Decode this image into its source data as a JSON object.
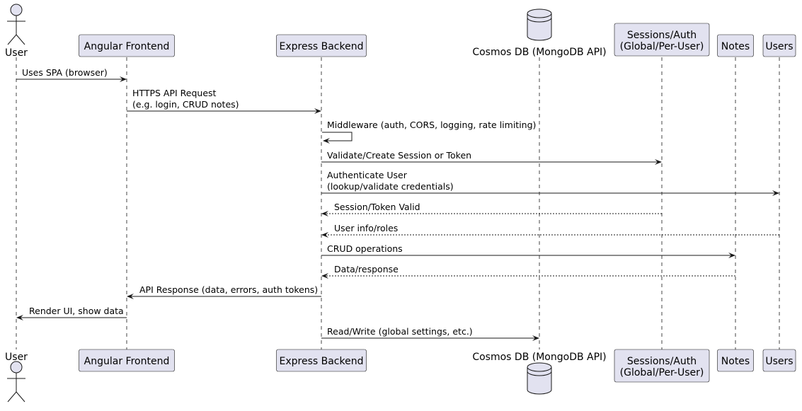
{
  "participants": [
    {
      "id": "user",
      "kind": "actor",
      "lines": [
        "User"
      ]
    },
    {
      "id": "frontend",
      "kind": "box",
      "lines": [
        "Angular Frontend"
      ]
    },
    {
      "id": "backend",
      "kind": "box",
      "lines": [
        "Express Backend"
      ]
    },
    {
      "id": "cosmos",
      "kind": "database",
      "lines": [
        "Cosmos DB (MongoDB API)"
      ]
    },
    {
      "id": "sessions",
      "kind": "box",
      "lines": [
        "Sessions/Auth",
        "(Global/Per-User)"
      ]
    },
    {
      "id": "notes",
      "kind": "box",
      "lines": [
        "Notes"
      ]
    },
    {
      "id": "users",
      "kind": "box",
      "lines": [
        "Users"
      ]
    }
  ],
  "messages": [
    {
      "from": "user",
      "to": "frontend",
      "style": "solid",
      "lines": [
        "Uses SPA (browser)"
      ]
    },
    {
      "from": "frontend",
      "to": "backend",
      "style": "solid",
      "lines": [
        "HTTPS API Request",
        "(e.g. login, CRUD notes)"
      ]
    },
    {
      "from": "backend",
      "to": "backend",
      "style": "self",
      "lines": [
        "Middleware (auth, CORS, logging, rate limiting)"
      ]
    },
    {
      "from": "backend",
      "to": "sessions",
      "style": "solid",
      "lines": [
        "Validate/Create Session or Token"
      ]
    },
    {
      "from": "backend",
      "to": "users",
      "style": "solid",
      "lines": [
        "Authenticate User",
        "(lookup/validate credentials)"
      ]
    },
    {
      "from": "sessions",
      "to": "backend",
      "style": "dashed",
      "lines": [
        "Session/Token Valid"
      ]
    },
    {
      "from": "users",
      "to": "backend",
      "style": "dashed",
      "lines": [
        "User info/roles"
      ]
    },
    {
      "from": "backend",
      "to": "notes",
      "style": "solid",
      "lines": [
        "CRUD operations"
      ]
    },
    {
      "from": "notes",
      "to": "backend",
      "style": "dashed",
      "lines": [
        "Data/response"
      ]
    },
    {
      "from": "backend",
      "to": "frontend",
      "style": "solid",
      "lines": [
        "API Response (data, errors, auth tokens)"
      ]
    },
    {
      "from": "frontend",
      "to": "user",
      "style": "solid",
      "lines": [
        "Render UI, show data"
      ]
    },
    {
      "from": "backend",
      "to": "cosmos",
      "style": "solid",
      "lines": [
        "Read/Write (global settings, etc.)"
      ]
    }
  ],
  "colors": {
    "participant_fill": "#e2e2f0",
    "participant_stroke": "#181818",
    "lifeline": "#181818",
    "arrow": "#181818",
    "text": "#000000"
  }
}
